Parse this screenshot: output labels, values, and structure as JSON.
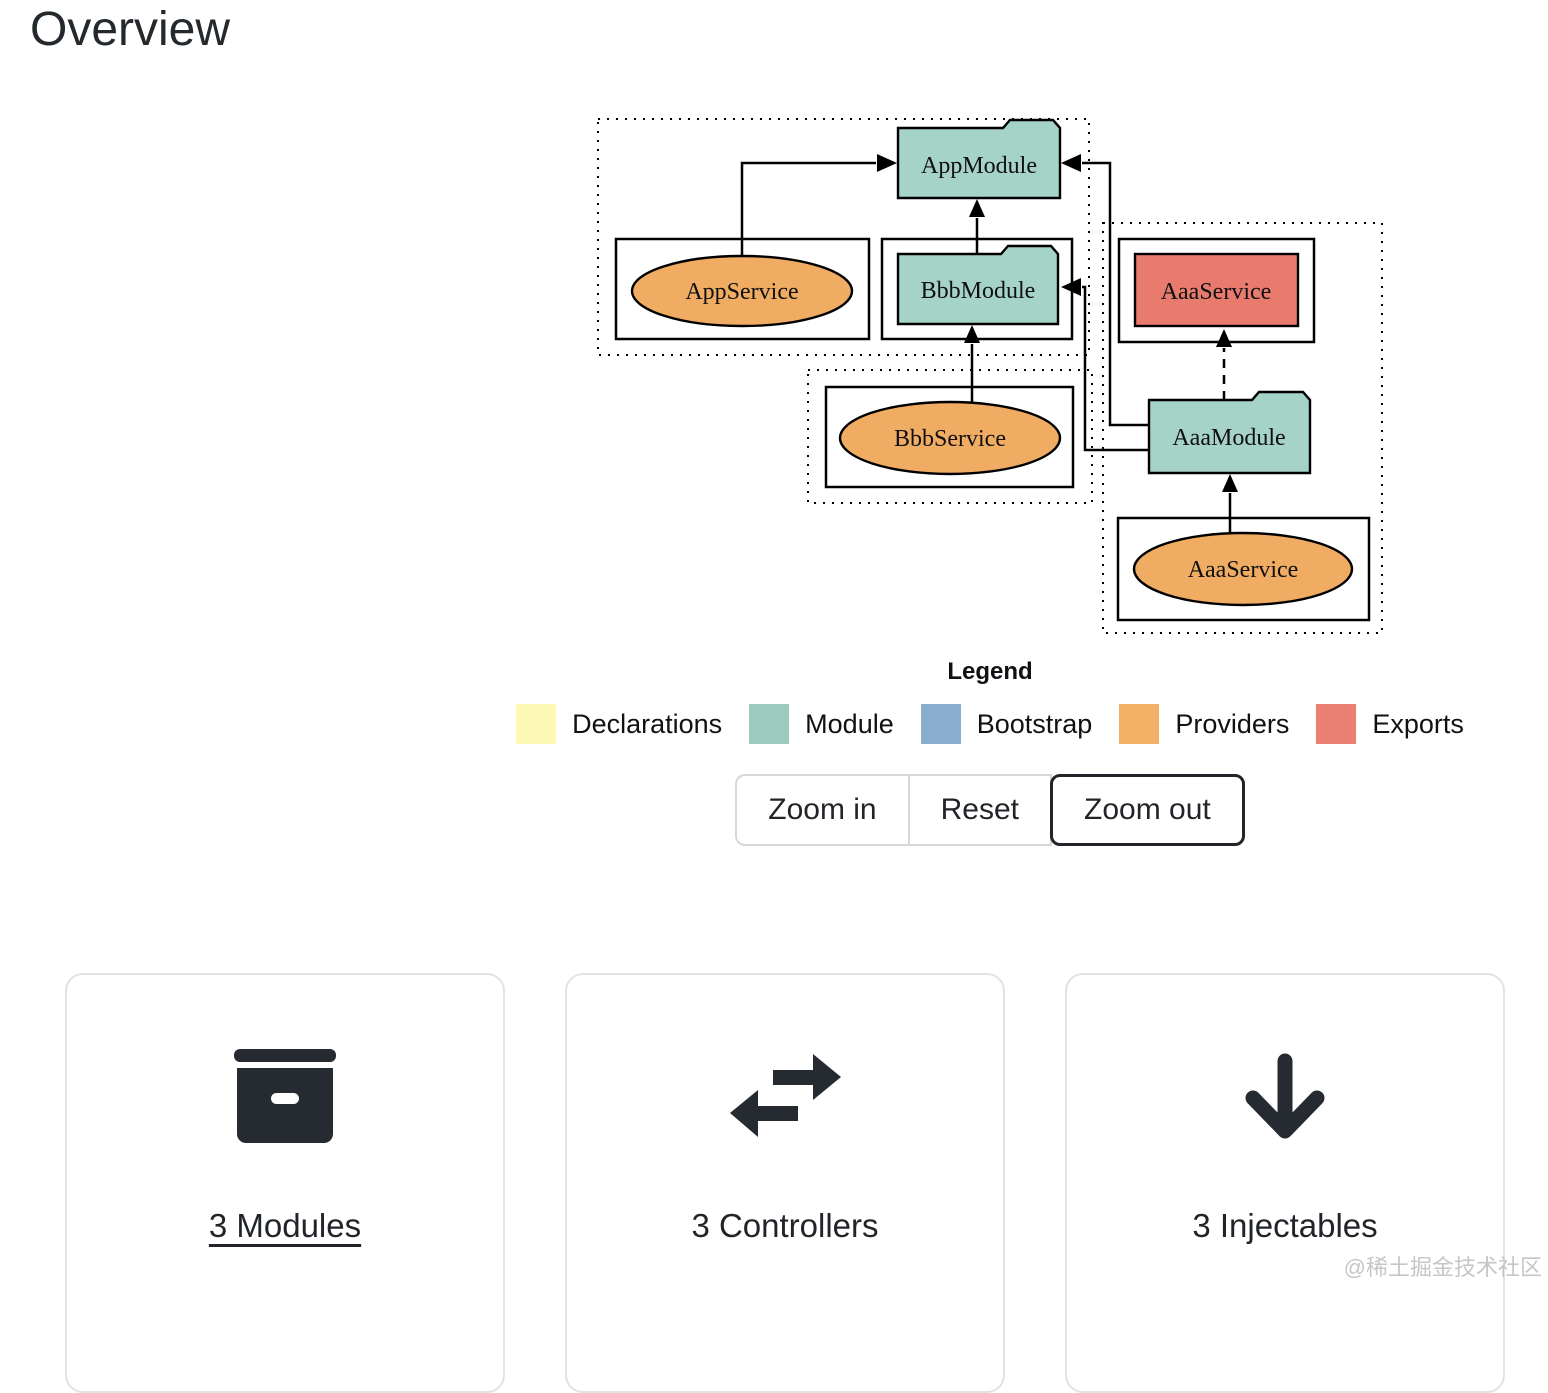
{
  "page": {
    "title": "Overview",
    "watermark": "@稀土掘金技术社区"
  },
  "graph": {
    "nodes": {
      "app_module": "AppModule",
      "bbb_module": "BbbModule",
      "aaa_module": "AaaModule",
      "app_service": "AppService",
      "bbb_service": "BbbService",
      "aaa_service_exported": "AaaService",
      "aaa_service_provider": "AaaService"
    },
    "colors": {
      "module_fill": "#a6d3c8",
      "provider_fill": "#f0ac63",
      "export_fill": "#e87b6e"
    }
  },
  "legend": {
    "title": "Legend",
    "items": [
      {
        "label": "Declarations",
        "color": "#fbf9b5"
      },
      {
        "label": "Module",
        "color": "#9dcabf"
      },
      {
        "label": "Bootstrap",
        "color": "#8aadce"
      },
      {
        "label": "Providers",
        "color": "#f3b167"
      },
      {
        "label": "Exports",
        "color": "#e87f70"
      }
    ]
  },
  "toolbar": {
    "zoom_in": "Zoom in",
    "reset": "Reset",
    "zoom_out": "Zoom out"
  },
  "cards": [
    {
      "label": "3 Modules"
    },
    {
      "label": "3 Controllers"
    },
    {
      "label": "3 Injectables"
    }
  ]
}
